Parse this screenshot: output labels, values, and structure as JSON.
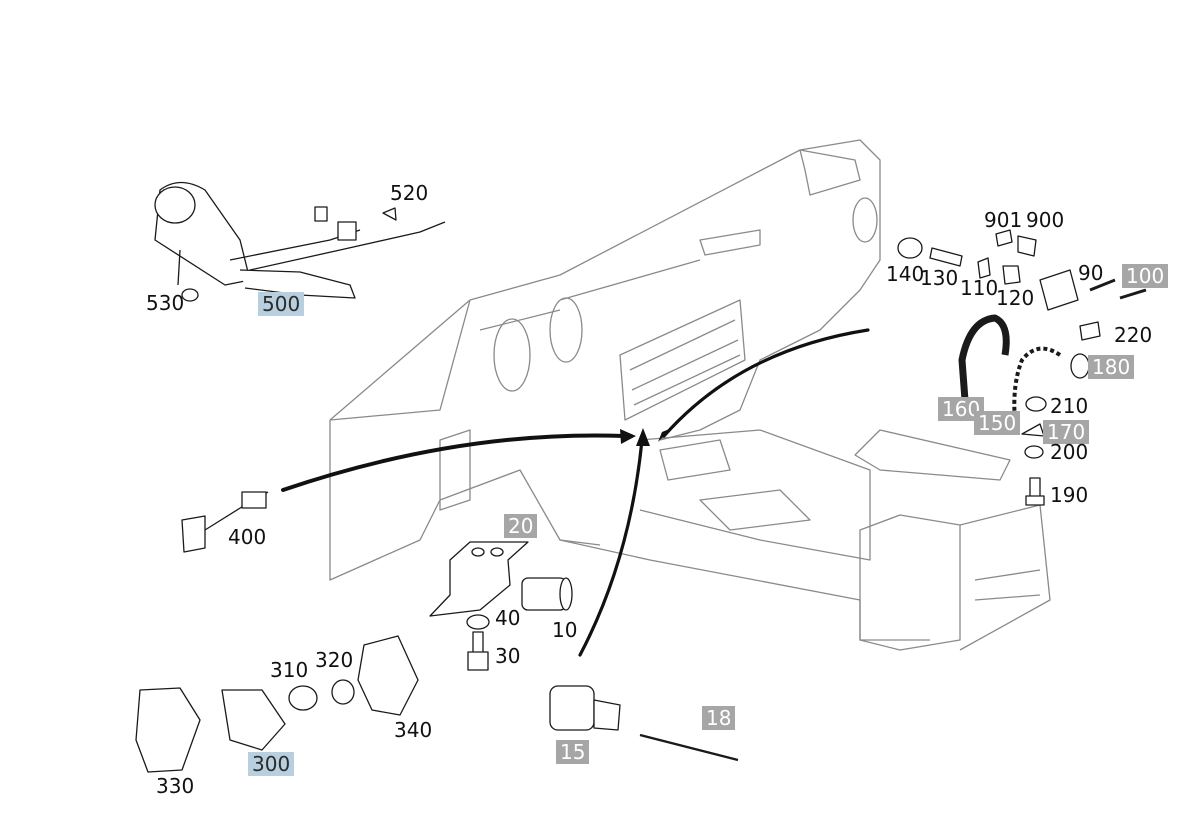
{
  "diagram": {
    "colors": {
      "line": "#1a1a1a",
      "dash_outline": "#8a8a8a",
      "highlight_grey": "#a6a6a6",
      "highlight_blue": "#b8cfe0",
      "text_on_grey": "#ffffff"
    },
    "part_labels": [
      {
        "id": "p520",
        "text": "520",
        "style": "plain"
      },
      {
        "id": "p530",
        "text": "530",
        "style": "plain"
      },
      {
        "id": "p500",
        "text": "500",
        "style": "blue"
      },
      {
        "id": "p400",
        "text": "400",
        "style": "plain"
      },
      {
        "id": "p20",
        "text": "20",
        "style": "grey"
      },
      {
        "id": "p40",
        "text": "40",
        "style": "plain"
      },
      {
        "id": "p10",
        "text": "10",
        "style": "plain"
      },
      {
        "id": "p30",
        "text": "30",
        "style": "plain"
      },
      {
        "id": "p310",
        "text": "310",
        "style": "plain"
      },
      {
        "id": "p320",
        "text": "320",
        "style": "plain"
      },
      {
        "id": "p340",
        "text": "340",
        "style": "plain"
      },
      {
        "id": "p330",
        "text": "330",
        "style": "plain"
      },
      {
        "id": "p300",
        "text": "300",
        "style": "blue"
      },
      {
        "id": "p15",
        "text": "15",
        "style": "grey"
      },
      {
        "id": "p18",
        "text": "18",
        "style": "grey"
      },
      {
        "id": "p901",
        "text": "901",
        "style": "plain"
      },
      {
        "id": "p900",
        "text": "900",
        "style": "plain"
      },
      {
        "id": "p140",
        "text": "140",
        "style": "plain"
      },
      {
        "id": "p130",
        "text": "130",
        "style": "plain"
      },
      {
        "id": "p110",
        "text": "110",
        "style": "plain"
      },
      {
        "id": "p120",
        "text": "120",
        "style": "plain"
      },
      {
        "id": "p90",
        "text": "90",
        "style": "plain"
      },
      {
        "id": "p100",
        "text": "100",
        "style": "grey"
      },
      {
        "id": "p220",
        "text": "220",
        "style": "plain"
      },
      {
        "id": "p180",
        "text": "180",
        "style": "grey"
      },
      {
        "id": "p160",
        "text": "160",
        "style": "grey"
      },
      {
        "id": "p150",
        "text": "150",
        "style": "grey"
      },
      {
        "id": "p210",
        "text": "210",
        "style": "plain"
      },
      {
        "id": "p170",
        "text": "170",
        "style": "grey"
      },
      {
        "id": "p200",
        "text": "200",
        "style": "plain"
      },
      {
        "id": "p190",
        "text": "190",
        "style": "plain"
      }
    ]
  }
}
